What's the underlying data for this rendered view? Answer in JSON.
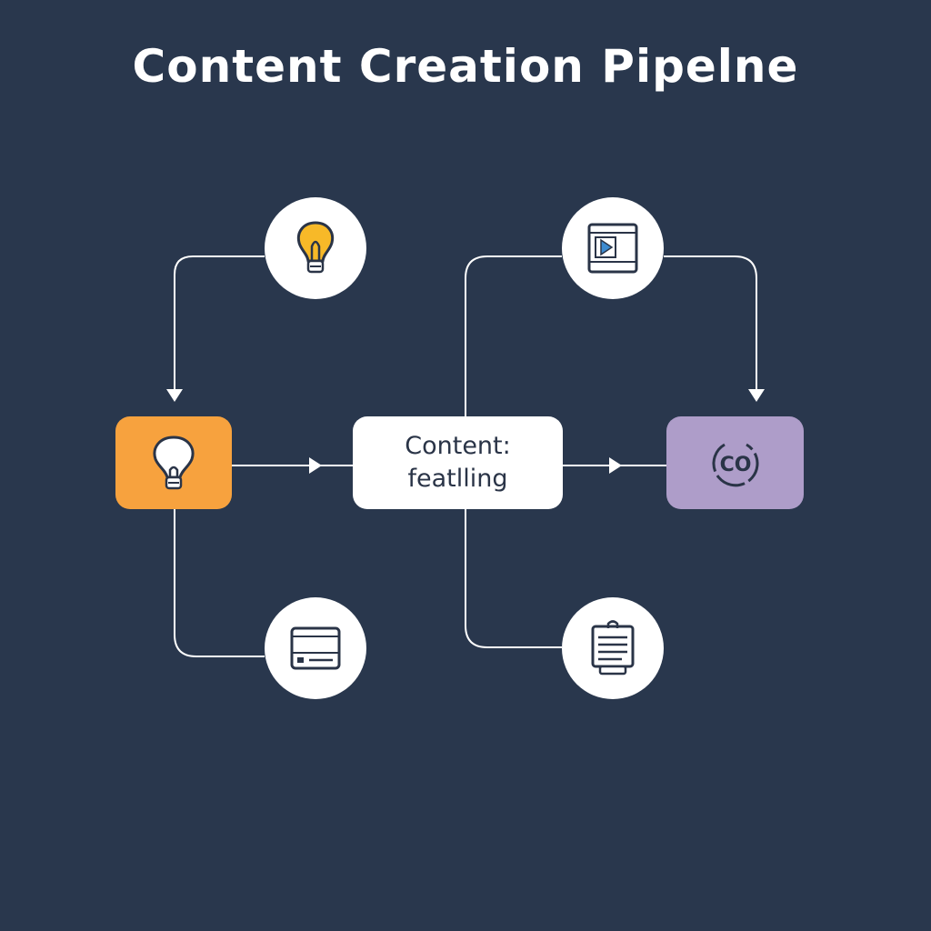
{
  "title": "Content Creation Pipelne",
  "center_node": {
    "line1": "Content:",
    "line2": "featlling"
  },
  "purple_node": {
    "label": "CO",
    "icon": "copyright-badge-icon"
  },
  "orange_node": {
    "icon": "lightbulb-icon"
  },
  "circle_nodes": [
    {
      "icon": "lightbulb-icon"
    },
    {
      "icon": "video-player-icon"
    },
    {
      "icon": "browser-window-icon"
    },
    {
      "icon": "clipboard-document-icon"
    }
  ],
  "colors": {
    "background": "#29374d",
    "orange": "#f7a23e",
    "purple": "#ae9dc9",
    "bulb": "#f7b928",
    "ink": "#2a3447"
  }
}
